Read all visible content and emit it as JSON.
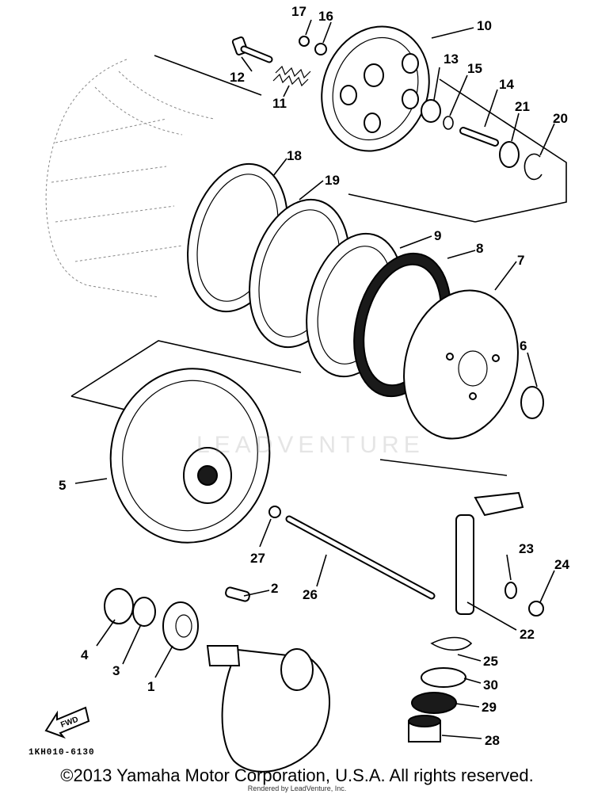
{
  "diagram": {
    "labels": [
      {
        "id": "1",
        "text": "1"
      },
      {
        "id": "2",
        "text": "2"
      },
      {
        "id": "3",
        "text": "3"
      },
      {
        "id": "4",
        "text": "4"
      },
      {
        "id": "5",
        "text": "5"
      },
      {
        "id": "6",
        "text": "6"
      },
      {
        "id": "7",
        "text": "7"
      },
      {
        "id": "8",
        "text": "8"
      },
      {
        "id": "9",
        "text": "9"
      },
      {
        "id": "10",
        "text": "10"
      },
      {
        "id": "11",
        "text": "11"
      },
      {
        "id": "12",
        "text": "12"
      },
      {
        "id": "13",
        "text": "13"
      },
      {
        "id": "14",
        "text": "14"
      },
      {
        "id": "15",
        "text": "15"
      },
      {
        "id": "16",
        "text": "16"
      },
      {
        "id": "17",
        "text": "17"
      },
      {
        "id": "18",
        "text": "18"
      },
      {
        "id": "19",
        "text": "19"
      },
      {
        "id": "20",
        "text": "20"
      },
      {
        "id": "21",
        "text": "21"
      },
      {
        "id": "22",
        "text": "22"
      },
      {
        "id": "23",
        "text": "23"
      },
      {
        "id": "24",
        "text": "24"
      },
      {
        "id": "25",
        "text": "25"
      },
      {
        "id": "26",
        "text": "26"
      },
      {
        "id": "27",
        "text": "27"
      },
      {
        "id": "28",
        "text": "28"
      },
      {
        "id": "29",
        "text": "29"
      },
      {
        "id": "30",
        "text": "30"
      }
    ],
    "fwd_label": "FWD",
    "drawing_code": "1KH010-6130",
    "watermark": "LEADVENTURE"
  },
  "footer": {
    "copyright": "©2013 Yamaha Motor Corporation, U.S.A. All rights reserved.",
    "rendered_by": "Rendered by LeadVenture, Inc."
  }
}
